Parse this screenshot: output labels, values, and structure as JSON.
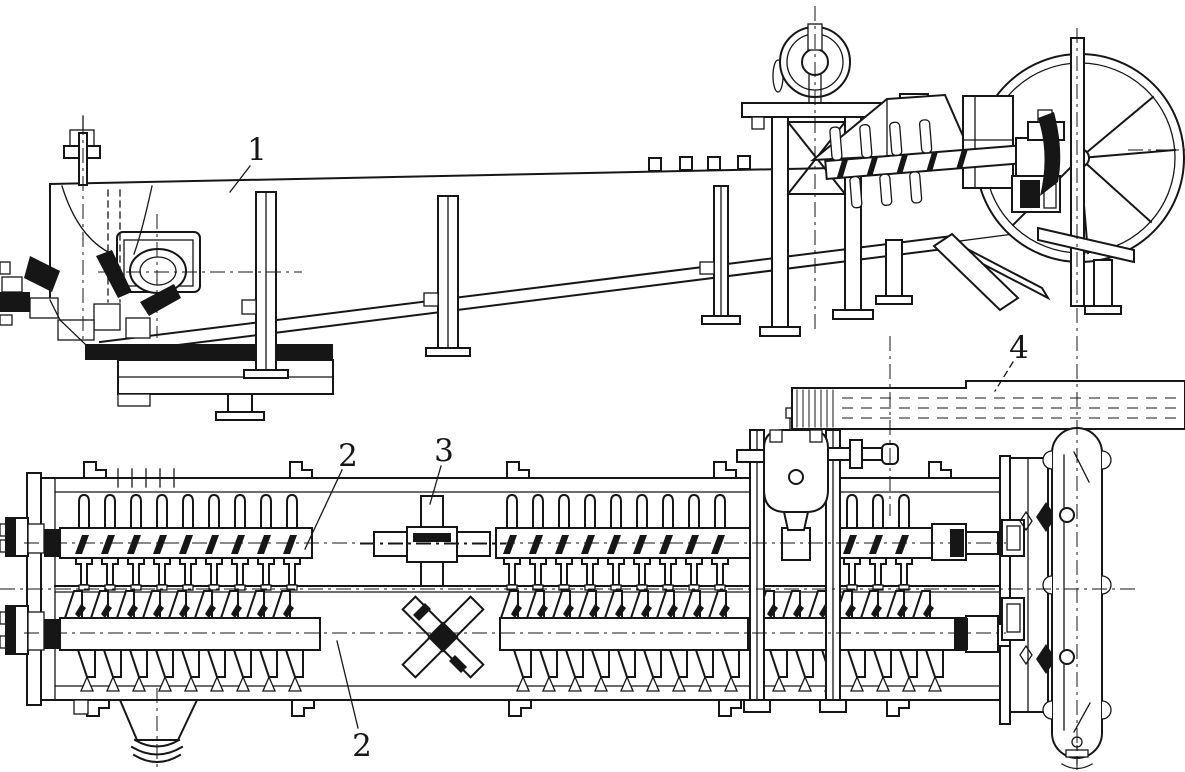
{
  "figure": {
    "type": "engineering-drawing",
    "colors": {
      "ink": "#161616",
      "paper": "#ffffff"
    },
    "callouts": [
      {
        "part": "trough-body",
        "label": "1"
      },
      {
        "part": "paddle-shaft-upper",
        "label": "2"
      },
      {
        "part": "intermediate-bearing",
        "label": "3"
      },
      {
        "part": "paddle-shaft-lower",
        "label": "2"
      },
      {
        "part": "drive-belt",
        "label": "4"
      }
    ]
  }
}
